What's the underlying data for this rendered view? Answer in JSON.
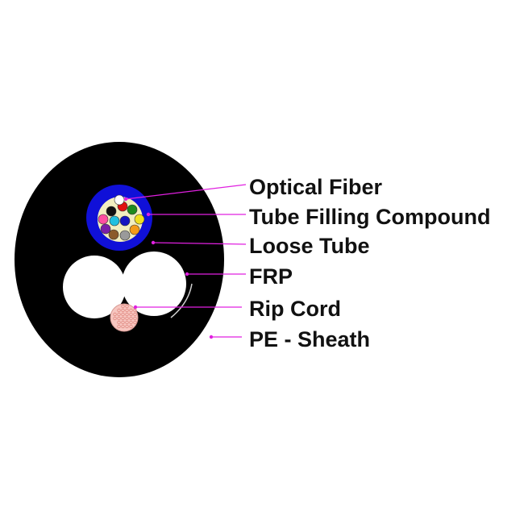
{
  "labels": {
    "optical_fiber": "Optical Fiber",
    "tube_filling_compound": "Tube Filling Compound",
    "loose_tube": "Loose Tube",
    "frp": "FRP",
    "rip_cord": "Rip Cord",
    "pe_sheath": "PE - Sheath"
  },
  "colors": {
    "sheath": "#000000",
    "loose_tube": "#1010d8",
    "filling_compound": "#f2eec0",
    "frp": "#ffffff",
    "rip_cord": "#f7c6c0",
    "leader_line": "#e020e0",
    "fibers": [
      "#e01010",
      "#111111",
      "#1e8a1e",
      "#f0e020",
      "#f39a1a",
      "#9a9a9a",
      "#8b5a2b",
      "#7a1fa8",
      "#ff4fa0",
      "#20c0e0",
      "#1515c0",
      "#ffffff"
    ]
  }
}
